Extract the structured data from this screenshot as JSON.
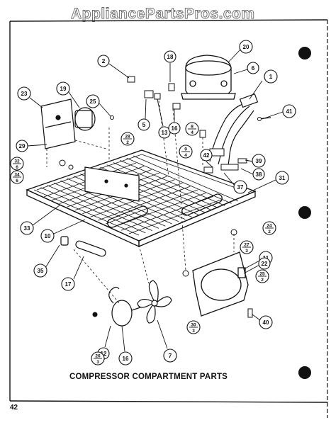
{
  "watermark": "AppliancePartsPros.com",
  "caption": "COMPRESSOR COMPARTMENT PARTS",
  "page_number": "42",
  "callouts": [
    {
      "id": "c1",
      "label": "1"
    },
    {
      "id": "c2",
      "label": "2"
    },
    {
      "id": "c5",
      "label": "5"
    },
    {
      "id": "c6",
      "label": "6"
    },
    {
      "id": "c7",
      "label": "7"
    },
    {
      "id": "c10",
      "label": "10"
    },
    {
      "id": "c11",
      "label": "11"
    },
    {
      "id": "c12",
      "label": "12"
    },
    {
      "id": "c13",
      "label": "13"
    },
    {
      "id": "c16a",
      "label": "16"
    },
    {
      "id": "c16b",
      "label": "16"
    },
    {
      "id": "c17",
      "label": "17"
    },
    {
      "id": "c18",
      "label": "18"
    },
    {
      "id": "c19",
      "label": "19"
    },
    {
      "id": "c20",
      "label": "20"
    },
    {
      "id": "c22",
      "label": "22"
    },
    {
      "id": "c23",
      "label": "23"
    },
    {
      "id": "c25",
      "label": "25"
    },
    {
      "id": "c29",
      "label": "29"
    },
    {
      "id": "c31",
      "label": "31"
    },
    {
      "id": "c33",
      "label": "33"
    },
    {
      "id": "c35",
      "label": "35"
    },
    {
      "id": "c37",
      "label": "37"
    },
    {
      "id": "c38",
      "label": "38"
    },
    {
      "id": "c39",
      "label": "39"
    },
    {
      "id": "c40",
      "label": "40"
    },
    {
      "id": "c41",
      "label": "41"
    },
    {
      "id": "c42",
      "label": "42"
    }
  ],
  "fraction_callouts": [
    {
      "id": "f84",
      "num": "8",
      "den": "4"
    },
    {
      "id": "f94",
      "num": "9",
      "den": "4"
    },
    {
      "id": "f282",
      "num": "28",
      "den": "2"
    },
    {
      "id": "f326",
      "num": "32",
      "den": "6"
    },
    {
      "id": "f346",
      "num": "34",
      "den": "6"
    },
    {
      "id": "f242",
      "num": "24",
      "den": "2"
    },
    {
      "id": "f273",
      "num": "27",
      "den": "3"
    },
    {
      "id": "f252",
      "num": "25",
      "den": "2"
    },
    {
      "id": "f303",
      "num": "30",
      "den": "3"
    },
    {
      "id": "f263",
      "num": "26",
      "den": "3"
    }
  ]
}
